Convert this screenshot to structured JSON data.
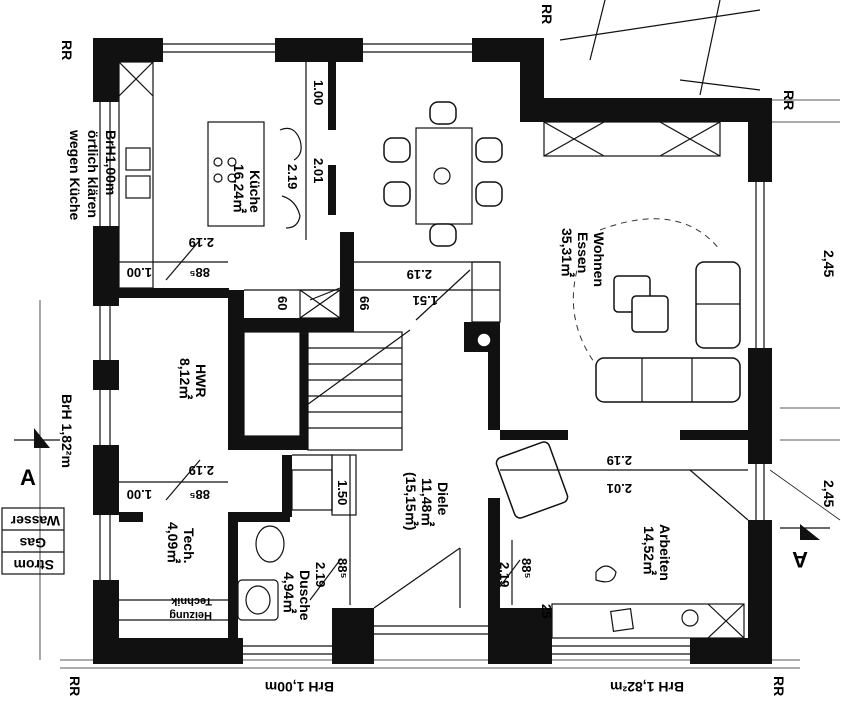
{
  "side_notes": {
    "kitchen_note": [
      "BrH1,00m",
      "örtlich klären",
      "wegen Küche"
    ],
    "brh_left": "BrH 1,82²m",
    "brh_bottom_left": "BrH 1,00m",
    "brh_bottom_right": "BrH 1,82²m",
    "utilities": [
      "Wasser",
      "Gas",
      "Strom"
    ],
    "corner_marks": [
      "RR",
      "RR",
      "RR",
      "RR",
      "RR"
    ],
    "right_edge_marks": [
      "2,45",
      "2,45"
    ],
    "section_mark": "A"
  },
  "rooms": {
    "kitchen": [
      "Küche",
      "16,24㎡"
    ],
    "living": [
      "Wohnen",
      "Essen",
      "35,31㎡"
    ],
    "utility": [
      "HWR",
      "8,12㎡"
    ],
    "hall": [
      "Diele",
      "11,48㎡",
      "(15,15㎡)"
    ],
    "tech": [
      "Tech.",
      "4,09㎡"
    ],
    "shower": [
      "Dusche",
      "4,94㎡"
    ],
    "study": [
      "Arbeiten",
      "14,52㎡"
    ],
    "heating": [
      "Heizung",
      "Technik"
    ]
  },
  "dims": {
    "d100a": "1.00",
    "d201a": "2.01",
    "d219a": "2.19",
    "d219b": "2.19",
    "d88a": "88⁵",
    "d100b": "1.00",
    "d60": "60",
    "d66": "66",
    "d151": "1.51",
    "d219c": "2.19",
    "d219d": "2.19",
    "d88b": "88⁵",
    "d100c": "1.00",
    "d150": "1.50",
    "d885c": "88⁵",
    "d219e": "2.19",
    "d885d": "88⁵",
    "d219f": "2.19",
    "d219g": "2.19",
    "d201b": "2.01",
    "d25": "25"
  }
}
